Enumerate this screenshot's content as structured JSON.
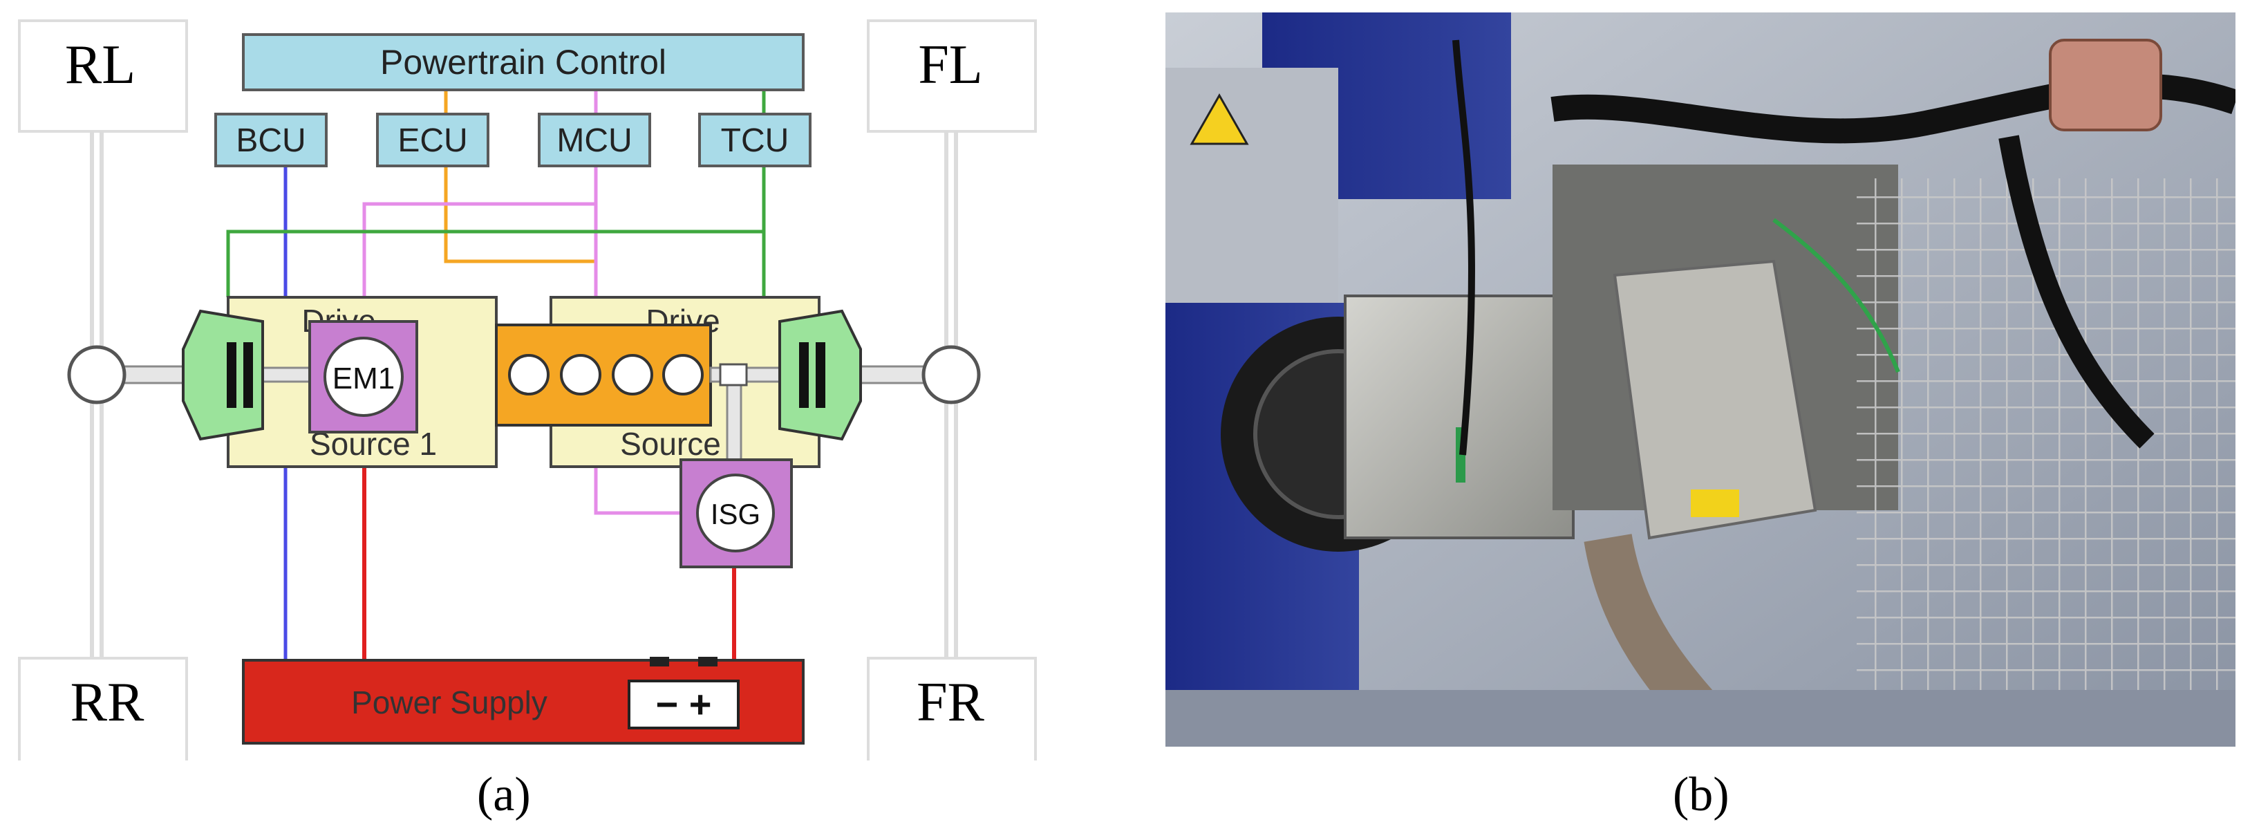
{
  "panel_a": {
    "corners": {
      "rl": "RL",
      "rr": "RR",
      "fl": "FL",
      "fr": "FR"
    },
    "powertrain_control": "Powertrain Control",
    "controllers": {
      "bcu": "BCU",
      "ecu": "ECU",
      "mcu": "MCU",
      "tcu": "TCU"
    },
    "drive_left": {
      "title": "Drive",
      "subtitle": "Source 1"
    },
    "drive_right": {
      "title": "Drive",
      "subtitle": "Source"
    },
    "em1": "EM1",
    "isg": "ISG",
    "power_supply": "Power Supply",
    "battery_symbol": "− +",
    "caption": "(a)"
  },
  "panel_b": {
    "caption": "(b)"
  },
  "colors": {
    "box_blue": "#a9dbe8",
    "drive_yellow": "#f7f4c4",
    "engine_orange": "#f5a623",
    "motor_purple": "#c77fd0",
    "gear_green": "#9be39b",
    "power_red": "#d8271c",
    "bcu_line": "#4a4ae6",
    "ecu_line": "#f5a623",
    "mcu_line": "#e58ce8",
    "tcu_line": "#3fa83f",
    "power_line": "#e02020"
  }
}
